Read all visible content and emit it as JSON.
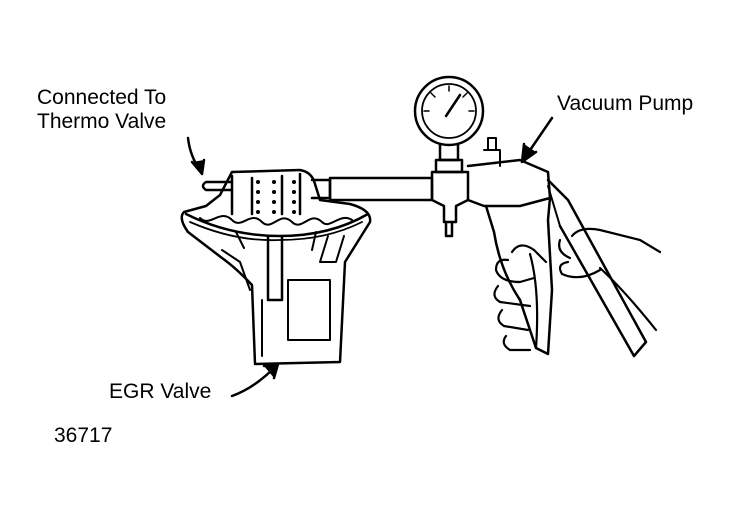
{
  "labels": {
    "connected_line1": "Connected To",
    "connected_line2": "Thermo Valve",
    "vacuum_pump": "Vacuum Pump",
    "egr_valve": "EGR Valve",
    "figure_number": "36717"
  },
  "colors": {
    "ink": "#000000",
    "paper": "#ffffff"
  }
}
